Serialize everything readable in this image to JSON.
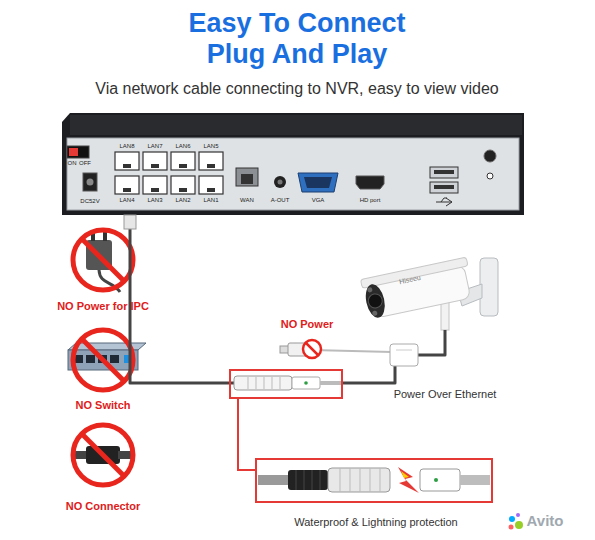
{
  "diagram": {
    "title": "Easy To Connect Plug And Play",
    "nodes": [
      {
        "text": [
          "ON",
          "OFF",
          "DC52V",
          "LAN8",
          "LAN7",
          "LAN6",
          "LAN5",
          "LAN4",
          "LAN3",
          "LAN2",
          "LAN1",
          "WAN",
          "A-OUT",
          "VGA",
          "HD port"
        ]
      },
      {
        "text": [
          "Hiseeu"
        ]
      },
      {
        "text": [
          "Waterproof & Lightning protection"
        ]
      }
    ],
    "edges": [
      {
        "from": 0,
        "to": 1,
        "arrow": "none"
      }
    ],
    "labels": [
      "Via network cable connecting to NVR, easy to view video",
      "NO Power for IPC",
      "NO Power",
      "Power Over Ethernet",
      "NO Switch",
      "NO Connector",
      "Avito"
    ]
  }
}
